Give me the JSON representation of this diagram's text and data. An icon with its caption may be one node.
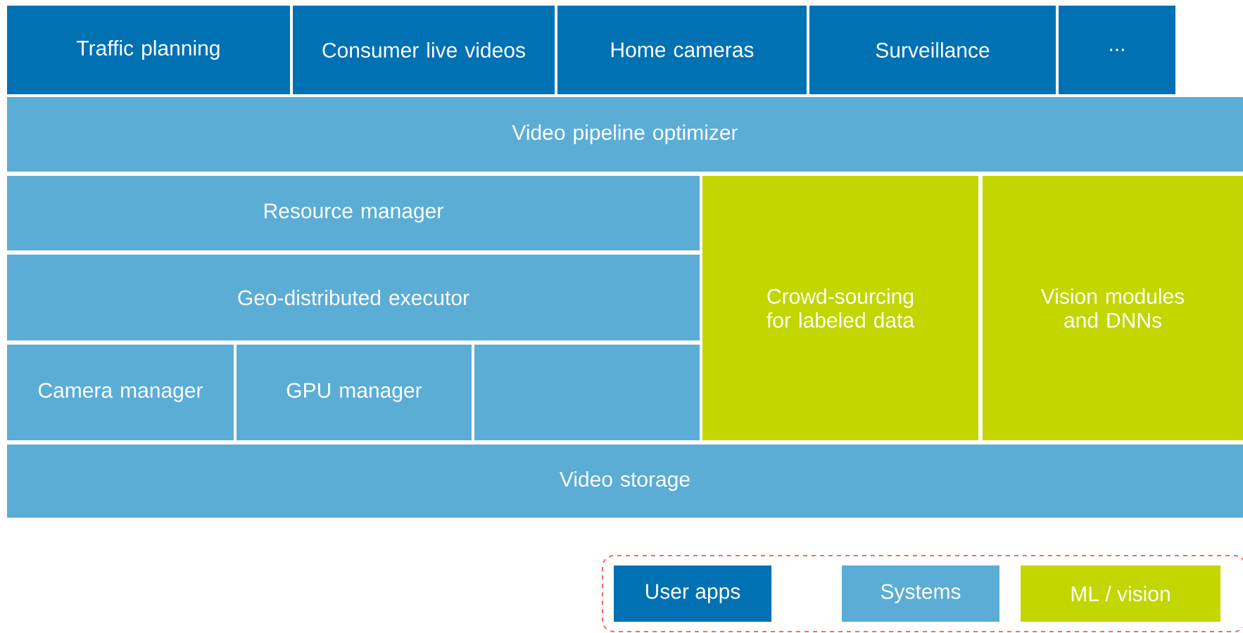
{
  "diagram": {
    "nodes": [
      {
        "text": [
          "Traffic planning"
        ]
      },
      {
        "text": [
          "Consumer live videos"
        ]
      },
      {
        "text": [
          "Home cameras"
        ]
      },
      {
        "text": [
          "Surveillance"
        ]
      },
      {
        "text": [
          "..."
        ]
      },
      {
        "text": [
          "Video pipeline optimizer"
        ]
      },
      {
        "text": [
          "Resource manager"
        ]
      },
      {
        "text": [
          "Geo-distributed executor"
        ]
      },
      {
        "text": [
          "Camera manager"
        ]
      },
      {
        "text": [
          "GPU manager"
        ]
      },
      {
        "text": [
          "Crowd-sourcing for labeled data"
        ]
      },
      {
        "text": [
          "Vision modules and DNNs"
        ]
      },
      {
        "text": [
          "Video storage"
        ]
      }
    ],
    "legend": [
      {
        "text": "User apps",
        "color": "#0071b3"
      },
      {
        "text": "Systems",
        "color": "#5badd6"
      },
      {
        "text": "ML / vision",
        "color": "#c3d600"
      }
    ]
  }
}
